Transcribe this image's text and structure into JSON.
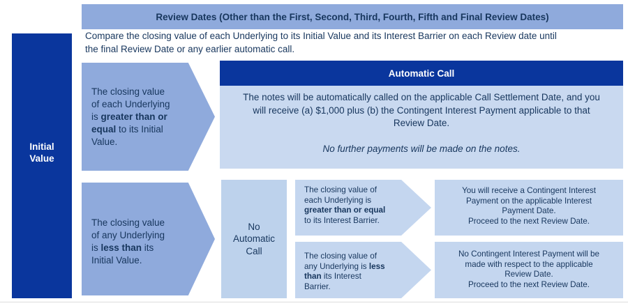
{
  "colors": {
    "navy": "#0A369D",
    "medium_blue": "#8FAADC",
    "light_blue_body": "#C9D9F0",
    "light_blue_branch": "#C4D6EF",
    "light_blue_nac": "#BDD2EC",
    "text_navy": "#17365D",
    "white": "#FFFFFF"
  },
  "header": {
    "title": "Review Dates (Other than the First, Second, Third, Fourth, Fifth and Final Review Dates)",
    "subtitle": "Compare the closing value of each Underlying to its Initial Value and its Interest Barrier on each Review date until\nthe final Review Date or any earlier automatic call."
  },
  "left_bar": {
    "label": "Initial\nValue"
  },
  "arrow_call": {
    "runs": [
      {
        "t": "The closing value\nof each Underlying\nis "
      },
      {
        "t": "greater than or\nequal",
        "b": true
      },
      {
        "t": " to its Initial\nValue."
      }
    ]
  },
  "automatic_call": {
    "title": "Automatic Call",
    "runs": [
      {
        "t": "The notes will be automatically called on the applicable Call Settlement Date, and you\nwill receive (a) $1,000 plus (b) the Contingent Interest Payment applicable to that\nReview Date.\n\n"
      },
      {
        "t": "No further payments will be made on the notes.",
        "i": true
      }
    ]
  },
  "arrow_no_call": {
    "runs": [
      {
        "t": "The closing value\nof any Underlying\nis "
      },
      {
        "t": "less than",
        "b": true
      },
      {
        "t": " its\nInitial Value."
      }
    ]
  },
  "no_automatic_call": {
    "label": "No\nAutomatic\nCall"
  },
  "branch_above_barrier": {
    "condition_runs": [
      {
        "t": "The closing value of\neach Underlying is\n"
      },
      {
        "t": "greater than or equal",
        "b": true
      },
      {
        "t": "\nto its Interest Barrier."
      }
    ],
    "outcome": "You will receive a Contingent Interest\nPayment on the applicable Interest\nPayment Date.\nProceed to the next Review Date."
  },
  "branch_below_barrier": {
    "condition_runs": [
      {
        "t": "The closing value of\nany Underlying is "
      },
      {
        "t": "less\nthan",
        "b": true
      },
      {
        "t": " its Interest\nBarrier."
      }
    ],
    "outcome": "No Contingent Interest Payment will be\nmade with respect to the applicable\nReview Date.\nProceed to the next Review Date."
  }
}
